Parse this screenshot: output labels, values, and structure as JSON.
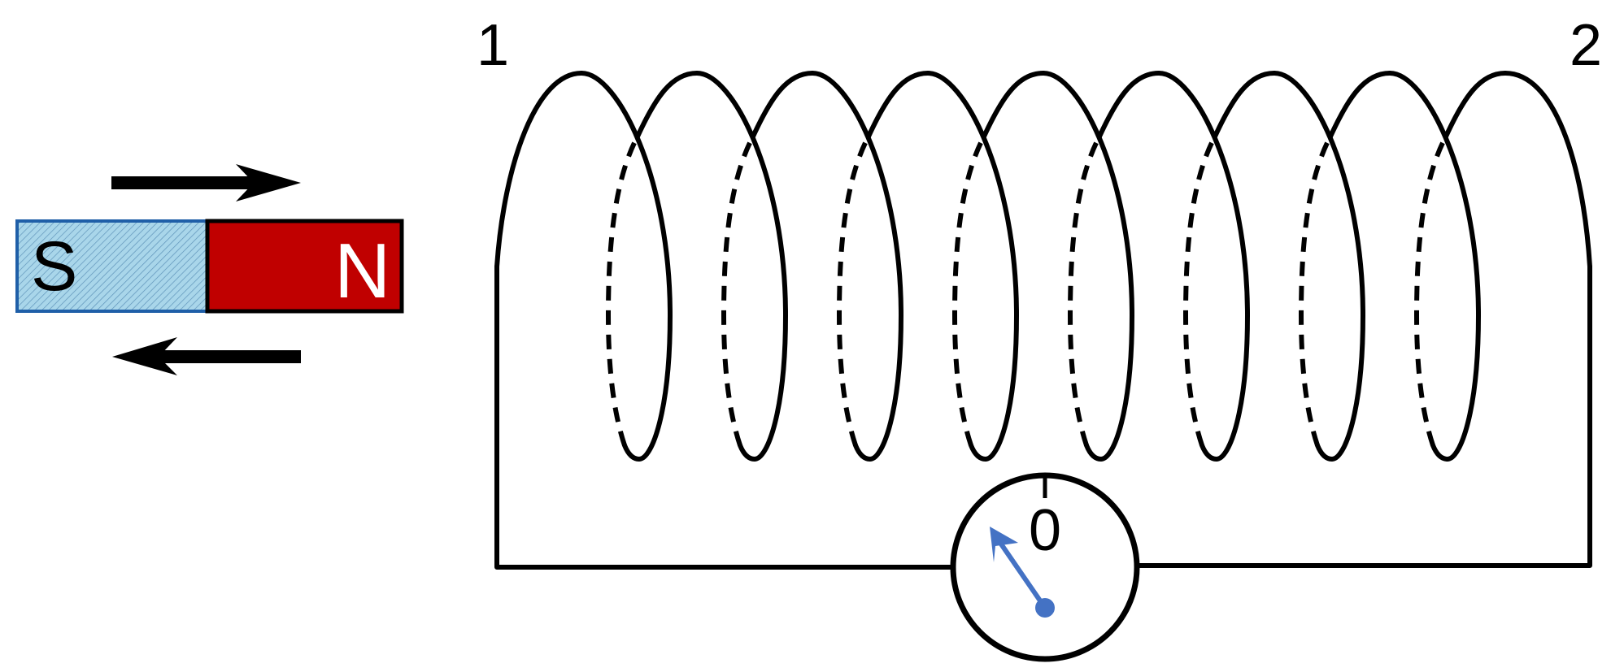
{
  "terminals": {
    "left": "1",
    "right": "2"
  },
  "magnet": {
    "south_label": "S",
    "north_label": "N",
    "south_color": "#a9d6ea",
    "north_color": "#c00000",
    "outline_color": "#000000"
  },
  "arrows": {
    "top_direction": "right",
    "bottom_direction": "left"
  },
  "coil": {
    "turns": 8
  },
  "galvanometer": {
    "zero_label": "0",
    "needle_color": "#4472c4",
    "needle_direction": "upper-left"
  }
}
